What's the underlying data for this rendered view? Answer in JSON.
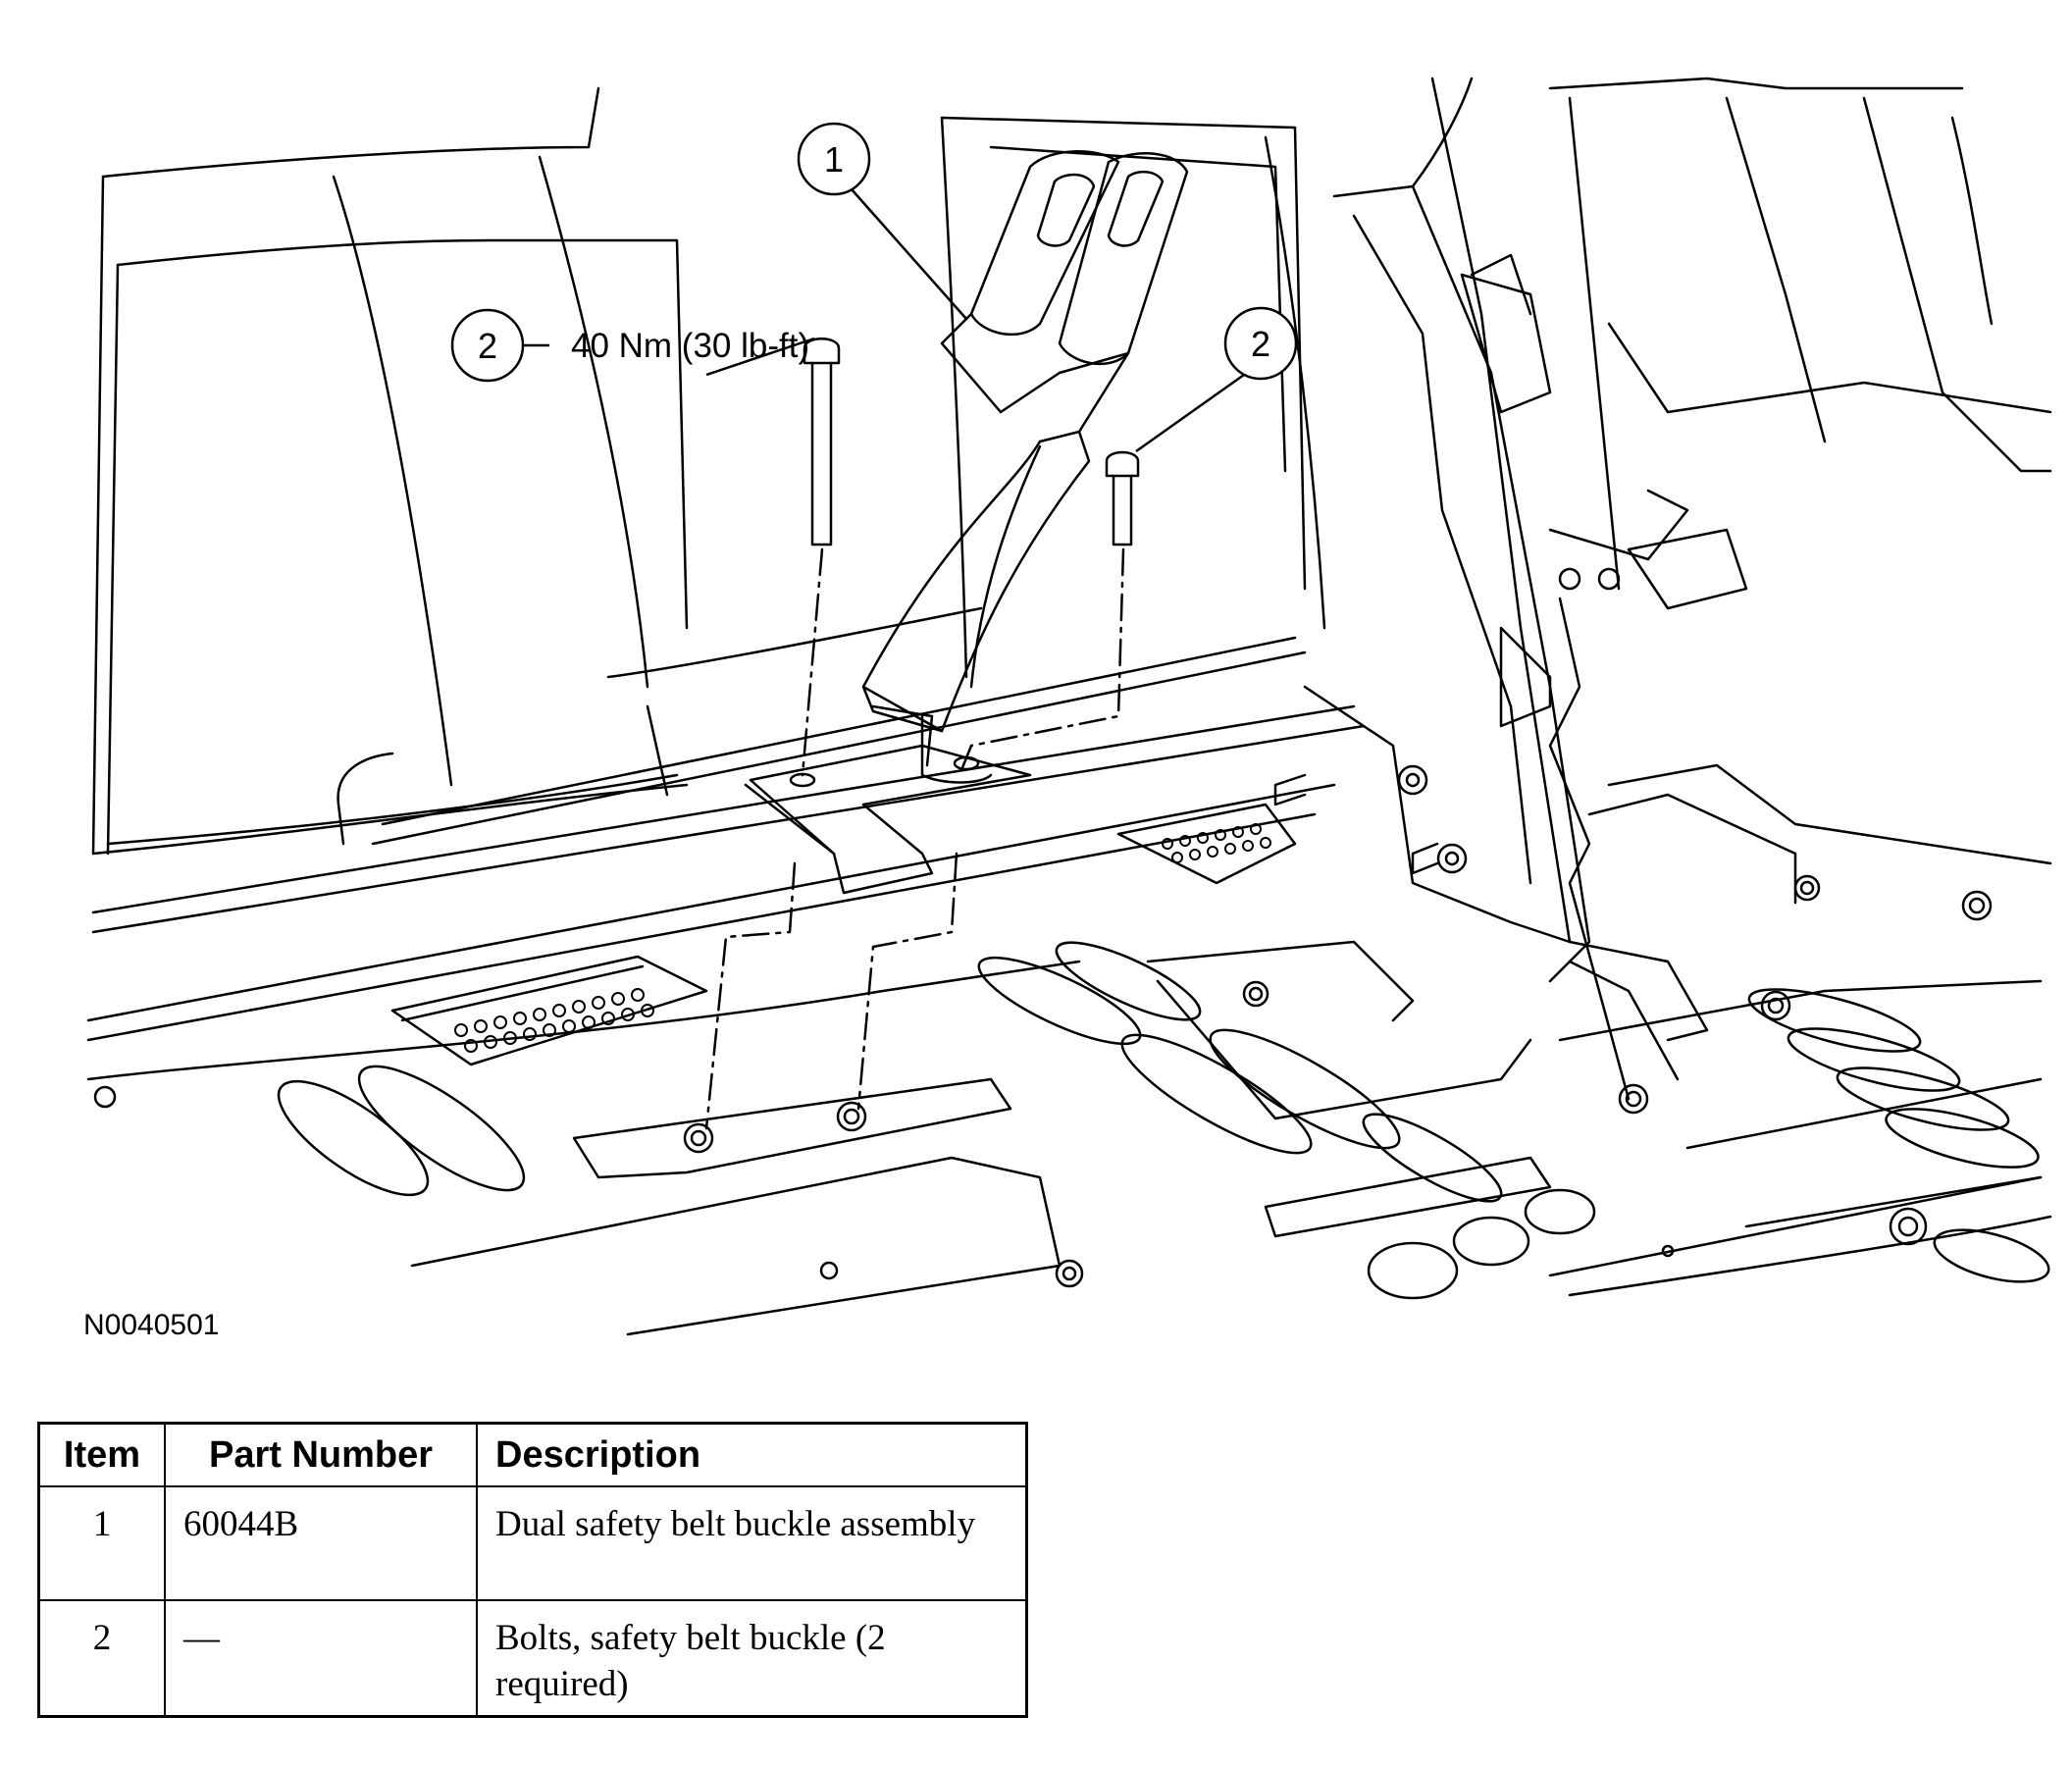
{
  "figure": {
    "code": "N0040501",
    "callouts": [
      {
        "number": "1"
      },
      {
        "number": "2",
        "torque": "40 Nm (30 lb-ft)"
      },
      {
        "number": "2"
      }
    ]
  },
  "table": {
    "headers": {
      "item": "Item",
      "part_number": "Part Number",
      "description": "Description"
    },
    "rows": [
      {
        "item": "1",
        "part_number": "60044B",
        "description": "Dual safety belt buckle assembly"
      },
      {
        "item": "2",
        "part_number": "—",
        "description": "Bolts, safety belt buckle (2 required)"
      }
    ]
  }
}
